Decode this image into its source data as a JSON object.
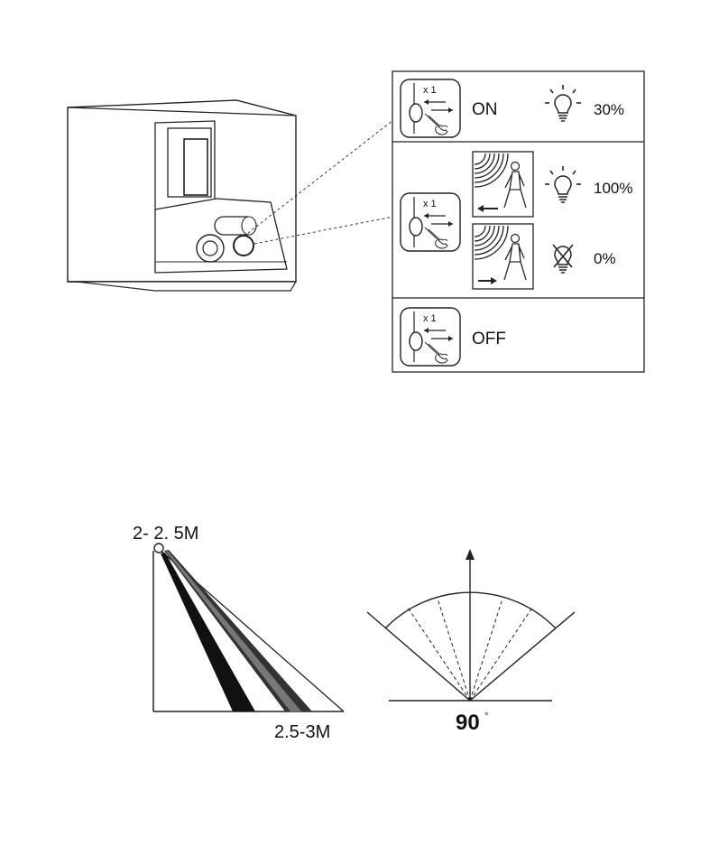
{
  "steps": [
    {
      "tap_label": "x 1",
      "state_label": "ON",
      "brightness": "30%"
    },
    {
      "tap_label": "x 1",
      "brightness_approach": "100%",
      "brightness_leave": "0%"
    },
    {
      "tap_label": "x 1",
      "state_label": "OFF"
    }
  ],
  "range": {
    "mount_height": "2- 2. 5M",
    "detection_distance": "2.5-3M"
  },
  "angle": {
    "value": "90",
    "unit": "°"
  },
  "icons": {
    "button_press": "button-press-icon",
    "motion_approach": "motion-approach-icon",
    "motion_leave": "motion-leave-icon",
    "bulb_on": "bulb-on-icon",
    "bulb_off": "bulb-off-icon"
  },
  "colors": {
    "line": "#222222",
    "background": "#ffffff"
  }
}
